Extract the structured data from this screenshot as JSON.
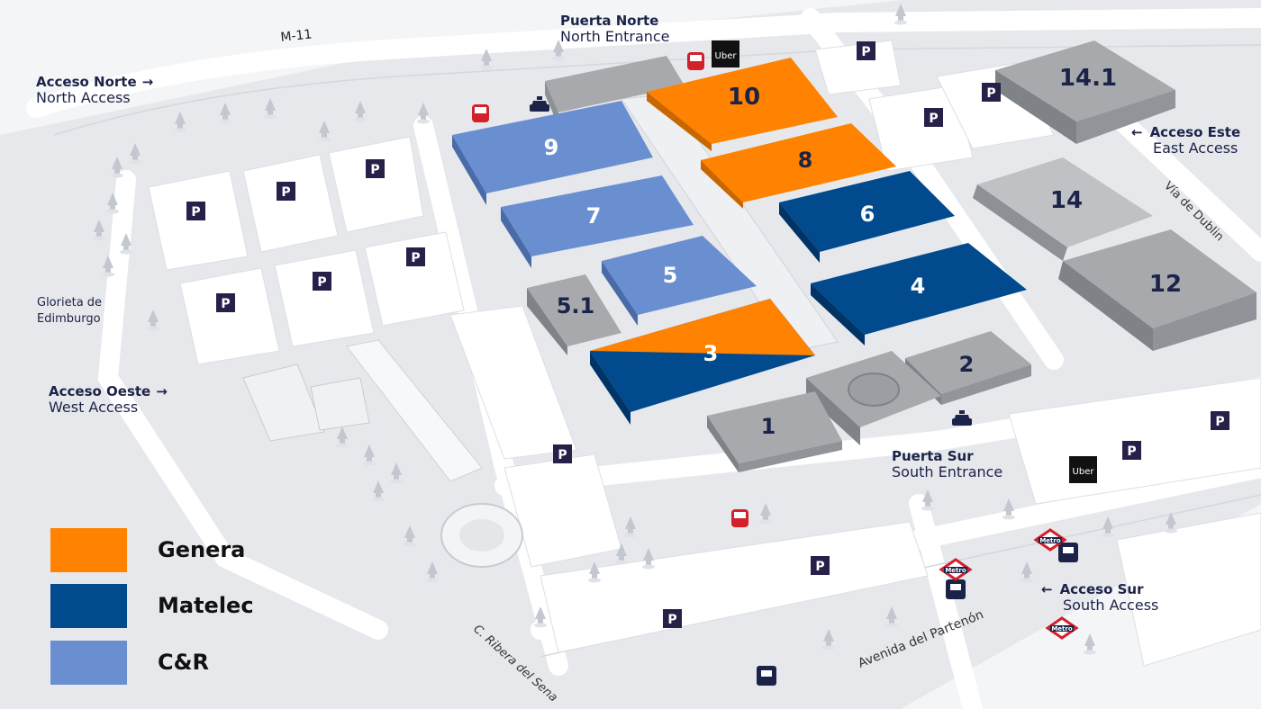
{
  "colors": {
    "genera": "#ff8200",
    "matelec": "#004a8d",
    "cr": "#6a8fd0",
    "other_hall": "#a7a9ad",
    "parking_badge": "#27214a",
    "metro_red": "#d3202a",
    "bus_red": "#d3202a"
  },
  "road_labels": {
    "m11": "M-11",
    "via_dublin": "Vía de Dublin",
    "avenida": "Avenida del Partenón",
    "ribera": "C. Ribera del Sena",
    "glorieta_line1": "Glorieta de",
    "glorieta_line2": "Edimburgo"
  },
  "access": {
    "norte": {
      "es": "Acceso Norte",
      "en": "North Access",
      "arrow": "→"
    },
    "oeste": {
      "es": "Acceso Oeste",
      "en": "West Access",
      "arrow": "→"
    },
    "este": {
      "es": "Acceso Este",
      "en": "East Access",
      "arrow": "←"
    },
    "sur": {
      "es": "Acceso Sur",
      "en": "South Access",
      "arrow": "←"
    }
  },
  "entrances": {
    "norte": {
      "es": "Puerta Norte",
      "en": "North Entrance"
    },
    "sur": {
      "es": "Puerta Sur",
      "en": "South Entrance"
    }
  },
  "halls": [
    {
      "id": "10",
      "label": "10",
      "exhibitor": "Genera"
    },
    {
      "id": "8",
      "label": "8",
      "exhibitor": "Genera"
    },
    {
      "id": "9",
      "label": "9",
      "exhibitor": "C&R"
    },
    {
      "id": "7",
      "label": "7",
      "exhibitor": "C&R"
    },
    {
      "id": "5",
      "label": "5",
      "exhibitor": "C&R"
    },
    {
      "id": "6",
      "label": "6",
      "exhibitor": "Matelec"
    },
    {
      "id": "4",
      "label": "4",
      "exhibitor": "Matelec"
    },
    {
      "id": "3",
      "label": "3",
      "exhibitor": "Genera / Matelec"
    },
    {
      "id": "5.1",
      "label": "5.1",
      "exhibitor": ""
    },
    {
      "id": "1",
      "label": "1",
      "exhibitor": ""
    },
    {
      "id": "2",
      "label": "2",
      "exhibitor": ""
    },
    {
      "id": "14.1",
      "label": "14.1",
      "exhibitor": ""
    },
    {
      "id": "14",
      "label": "14",
      "exhibitor": ""
    },
    {
      "id": "12",
      "label": "12",
      "exhibitor": ""
    }
  ],
  "icons": {
    "parking": "P",
    "uber": "Uber",
    "metro": "Metro"
  },
  "legend": [
    {
      "name": "Genera",
      "color": "#ff8200"
    },
    {
      "name": "Matelec",
      "color": "#004a8d"
    },
    {
      "name": "C&R",
      "color": "#6a8fd0"
    }
  ]
}
